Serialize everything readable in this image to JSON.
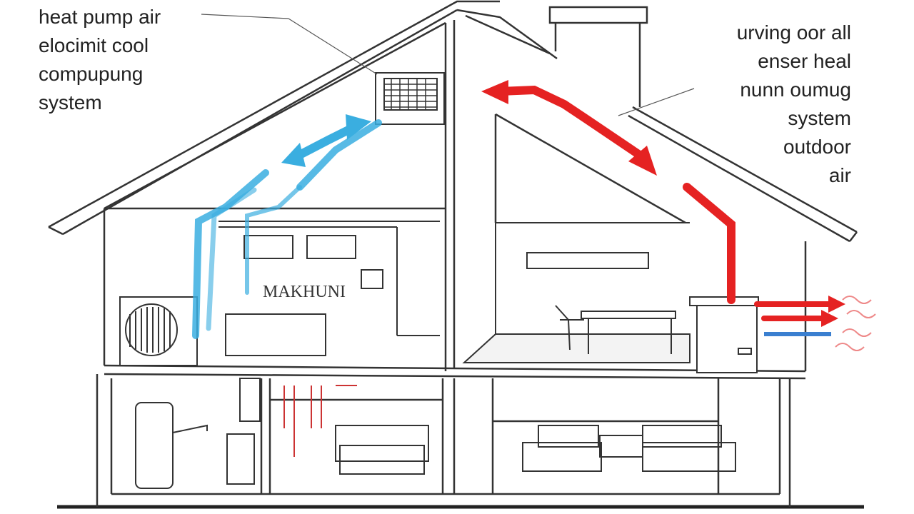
{
  "labels": {
    "left": [
      "heat pump air",
      "elocimit cool",
      "compupung",
      "system"
    ],
    "right": [
      "urving oor all",
      "enser heal",
      "nunn oumug",
      "system",
      "outdoor",
      "air"
    ]
  },
  "sign_text": "MAKHUNI",
  "colors": {
    "line": "#333333",
    "cool_flow": "#3aaee0",
    "heat_flow": "#e52222",
    "outline_bg": "#ffffff"
  }
}
